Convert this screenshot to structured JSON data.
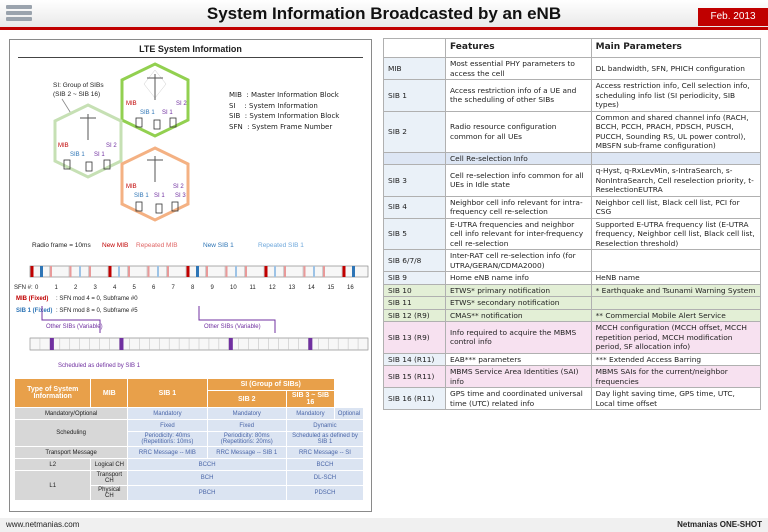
{
  "header": {
    "title": "System Information Broadcasted by an eNB",
    "date": "Feb. 2013"
  },
  "left_panel": {
    "title": "LTE System Information",
    "si_note": "SI: Group of SIBs",
    "si_note_range": "(SIB 2 ~ SIB 16)",
    "cells": [
      {
        "labels": [
          "MIB",
          "SI 2",
          "SIB 1",
          "SI 1"
        ]
      },
      {
        "labels": [
          "MIB",
          "SI 2",
          "SIB 1",
          "SI 1"
        ]
      },
      {
        "labels": [
          "MIB",
          "SI 2",
          "SIB 1",
          "SI 1",
          "SI 3"
        ]
      }
    ],
    "glossary": [
      {
        "abbr": "MIB",
        "text": ": Master Information Block"
      },
      {
        "abbr": "SI",
        "text": ": System Information"
      },
      {
        "abbr": "SIB",
        "text": ": System Information Block"
      },
      {
        "abbr": "SFN",
        "text": ": System Frame Number"
      }
    ],
    "timeline": {
      "radio_frame": "Radio frame = 10ms",
      "new_mib": "New MIB",
      "repeated_mib": "Repeated MIB",
      "new_sib1": "New SIB 1",
      "repeated_sib1": "Repeated SIB 1",
      "sfn_label": "SFN #:",
      "sfn_numbers": [
        "0",
        "1",
        "2",
        "3",
        "4",
        "5",
        "6",
        "7",
        "8",
        "9",
        "10",
        "11",
        "12",
        "13",
        "14",
        "15",
        "16"
      ],
      "mib_fixed": "MIB (Fixed)",
      "mib_fixed_rule": ": SFN mod 4 = 0, Subframe #0",
      "sib1_fixed": "SIB 1 (Fixed)",
      "sib1_fixed_rule": ": SFN mod 8 = 0, Subframe #5",
      "other_sibs": "Other SIBs (Variable)",
      "scheduled": "Scheduled as defined by SIB 1"
    },
    "table": {
      "head1": [
        "Type of System Information",
        "MIB",
        "SIB 1",
        "SI (Group of SIBs)"
      ],
      "head2": [
        "SIB 2",
        "SIB 3 ~ SIB 16"
      ],
      "rows": {
        "mandatory": [
          "Mandatory/Optional",
          "Mandatory",
          "Mandatory",
          "Mandatory",
          "Optional"
        ],
        "sched_a": [
          "Scheduling",
          "Fixed",
          "Fixed",
          "Dynamic"
        ],
        "sched_b": [
          "Periodicity: 40ms (Repetitions: 10ms)",
          "Periodicity: 80ms (Repetitions: 20ms)",
          "Scheduled as defined by SIB 1"
        ],
        "transport": [
          "Transport Message",
          "RRC Message -- MIB",
          "RRC Message -- SIB 1",
          "RRC Message -- SI"
        ],
        "logical": [
          "L2",
          "Logical CH",
          "BCCH",
          "BCCH"
        ],
        "transport_ch": [
          "L1",
          "Transport CH",
          "BCH",
          "DL-SCH"
        ],
        "physical": [
          "Physical CH",
          "PBCH",
          "PDSCH"
        ]
      }
    }
  },
  "right_table": {
    "headers": [
      "",
      "Features",
      "Main Parameters"
    ],
    "rows": [
      {
        "style": "",
        "sib": "MIB",
        "feature": "Most essential PHY parameters to access the cell",
        "params": "DL bandwidth, SFN, PHICH configuration"
      },
      {
        "style": "",
        "sib": "SIB 1",
        "feature": "Access restriction info of a UE and the scheduling of other SIBs",
        "params": "Access restriction info, Cell selection info, scheduling info list (SI periodicity, SIB types)"
      },
      {
        "style": "",
        "sib": "SIB 2",
        "feature": "Radio resource configuration common for all UEs",
        "params": "Common and shared channel info (RACH, BCCH, PCCH, PRACH, PDSCH, PUSCH, PUCCH, Sounding RS, UL power control), MBSFN sub-frame configuration)"
      },
      {
        "style": "sub",
        "sib": "",
        "feature": "Cell Re-selection Info",
        "params": ""
      },
      {
        "style": "",
        "sib": "SIB 3",
        "feature": "Cell re-selection info common for all UEs in Idle state",
        "params": "q-Hyst, q-RxLevMin, s-IntraSearch, s-NonIntraSearch, Cell reselection priority, t-ReselectionEUTRA"
      },
      {
        "style": "",
        "sib": "SIB 4",
        "feature": "Neighbor cell info relevant for intra-frequency cell re-selection",
        "params": "Neighbor cell list, Black cell list, PCI for CSG"
      },
      {
        "style": "",
        "sib": "SIB 5",
        "feature": "E-UTRA frequencies and neighbor cell info relevant for inter-frequency cell re-selection",
        "params": "Supported E-UTRA frequency list (E-UTRA frequency, Neighbor cell list, Black cell list, Reselection threshold)"
      },
      {
        "style": "",
        "sib": "SIB 6/7/8",
        "feature": "Inter-RAT cell re-selection info (for UTRA/GERAN/CDMA2000)",
        "params": ""
      },
      {
        "style": "",
        "sib": "SIB 9",
        "feature": "Home eNB name info",
        "params": "HeNB name"
      },
      {
        "style": "green",
        "sib": "SIB 10",
        "feature": "ETWS* primary notification",
        "params": "* Earthquake and Tsunami Warning System"
      },
      {
        "style": "green",
        "sib": "SIB 11",
        "feature": "ETWS* secondary notification",
        "params": ""
      },
      {
        "style": "green",
        "sib": "SIB 12 (R9)",
        "feature": "CMAS** notification",
        "params": "** Commercial Mobile Alert Service"
      },
      {
        "style": "pink",
        "sib": "SIB 13 (R9)",
        "feature": "Info required to acquire the MBMS control info",
        "params": "MCCH configuration (MCCH offset, MCCH repetition period, MCCH modification period, SF allocation info)"
      },
      {
        "style": "",
        "sib": "SIB 14 (R11)",
        "feature": "EAB*** parameters",
        "params": "*** Extended Access Barring"
      },
      {
        "style": "pink",
        "sib": "SIB 15 (R11)",
        "feature": "MBMS Service Area Identities (SAI) info",
        "params": "MBMS SAIs for the current/neighbor frequencies"
      },
      {
        "style": "",
        "sib": "SIB 16 (R11)",
        "feature": "GPS time and coordinated universal time (UTC) related info",
        "params": "Day light saving time, GPS time, UTC, Local time offset"
      }
    ]
  },
  "footer": {
    "left": "www.netmanias.com",
    "right": "Netmanias ONE-SHOT"
  },
  "colors": {
    "accent": "#c00000",
    "mib": "#c00000",
    "sib1": "#2e75b6",
    "other": "#7030a0",
    "table_head": "#e8a04a"
  }
}
